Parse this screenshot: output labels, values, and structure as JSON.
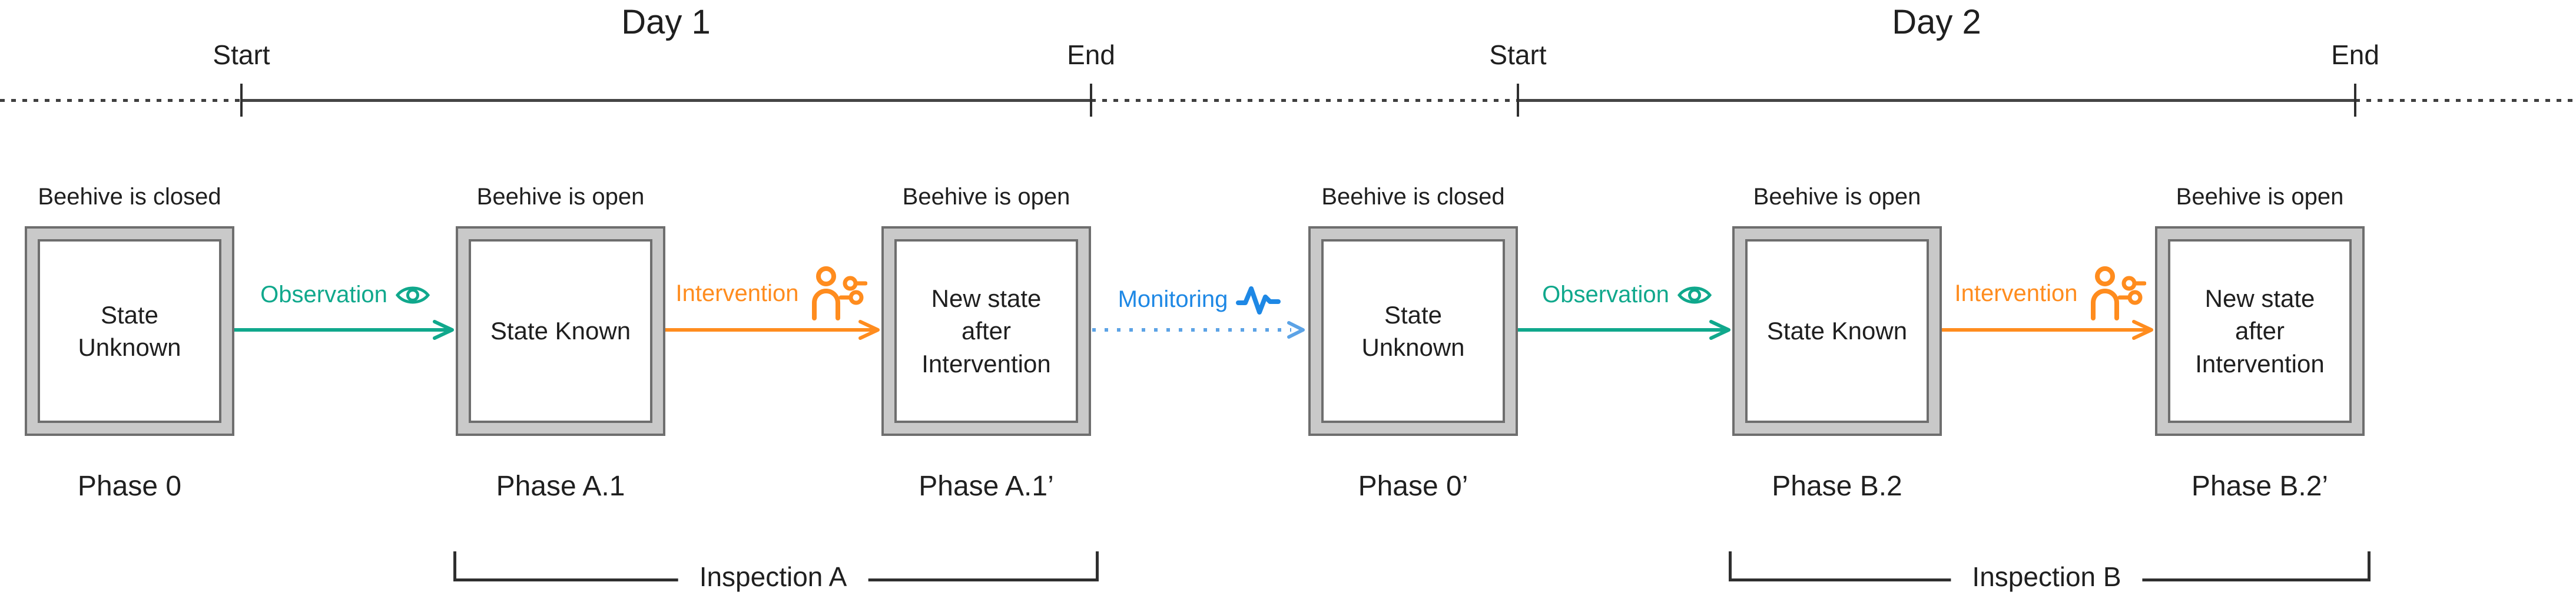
{
  "timeline": {
    "day1_label": "Day 1",
    "day2_label": "Day 2",
    "marks": [
      "Start",
      "End",
      "Start",
      "End"
    ]
  },
  "phases": [
    {
      "condition": "Beehive is closed",
      "state": "State Unknown",
      "label": "Phase 0"
    },
    {
      "condition": "Beehive is open",
      "state": "State Known",
      "label": "Phase A.1"
    },
    {
      "condition": "Beehive is open",
      "state": "New state after Intervention",
      "label": "Phase A.1’"
    },
    {
      "condition": "Beehive is closed",
      "state": "State Unknown",
      "label": "Phase 0’"
    },
    {
      "condition": "Beehive is open",
      "state": "State Known",
      "label": "Phase B.2"
    },
    {
      "condition": "Beehive is open",
      "state": "New state after Intervention",
      "label": "Phase B.2’"
    }
  ],
  "transitions": [
    {
      "label": "Observation",
      "icon": "eye-icon",
      "style": "solid",
      "color": "#10a88c"
    },
    {
      "label": "Intervention",
      "icon": "person-settings-icon",
      "style": "solid",
      "color": "#ff8c1e"
    },
    {
      "label": "Monitoring",
      "icon": "pulse-icon",
      "style": "dotted",
      "color": "#1e88e5"
    },
    {
      "label": "Observation",
      "icon": "eye-icon",
      "style": "solid",
      "color": "#10a88c"
    },
    {
      "label": "Intervention",
      "icon": "person-settings-icon",
      "style": "solid",
      "color": "#ff8c1e"
    }
  ],
  "brackets": {
    "a": "Inspection A",
    "b": "Inspection B"
  },
  "colors": {
    "observation": "#10a88c",
    "intervention": "#ff8c1e",
    "monitoring_text": "#1e88e5",
    "monitoring_line": "#5ca3e6",
    "frame_fill": "#c9c9c9",
    "frame_border": "#6e6e6e",
    "timeline": "#454545"
  }
}
